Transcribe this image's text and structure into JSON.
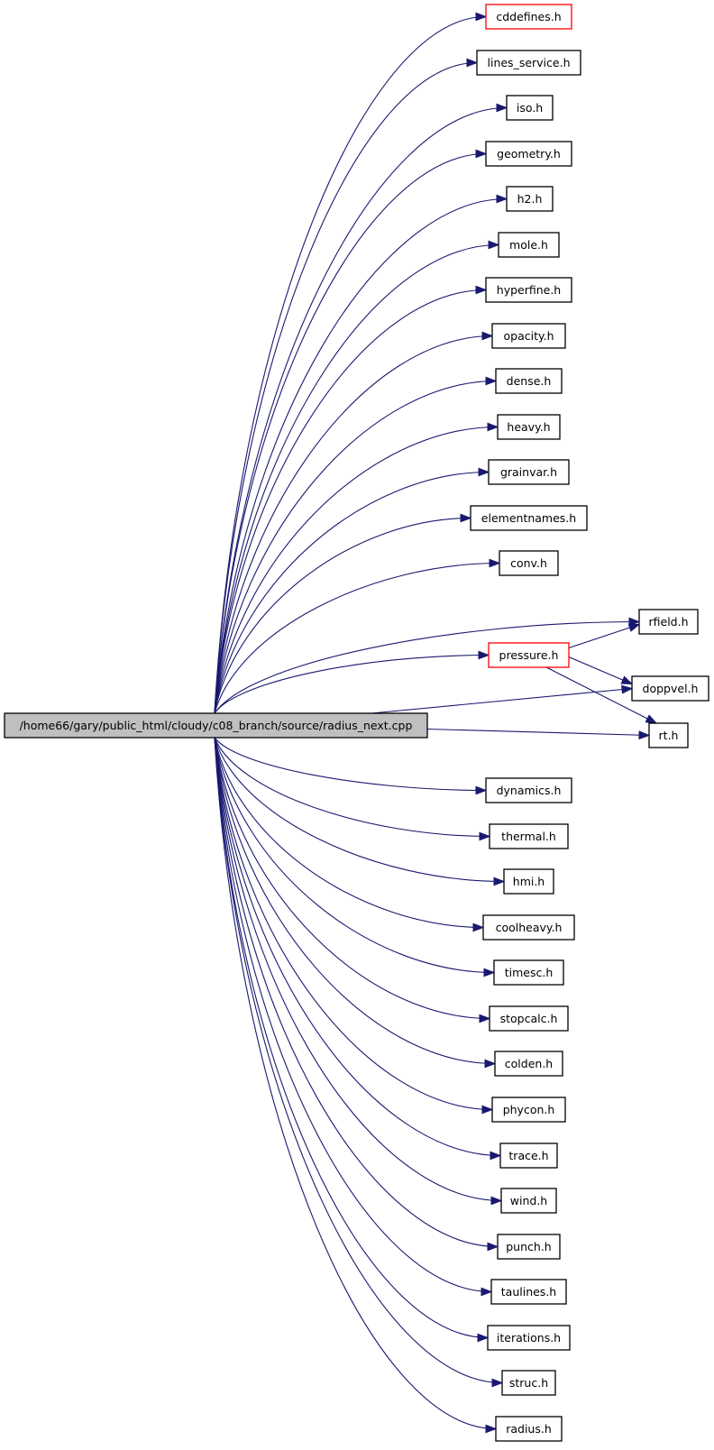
{
  "colors": {
    "edge": "#191970",
    "root_fill": "#bfbfbf",
    "highlight_border": "#ff0000",
    "node_border": "#000000"
  },
  "root": {
    "label": "/home66/gary/public_html/cloudy/c08_branch/source/radius_next.cpp"
  },
  "nodes": [
    {
      "id": "cddefines",
      "label": "cddefines.h",
      "highlight": true
    },
    {
      "id": "lines_service",
      "label": "lines_service.h"
    },
    {
      "id": "iso",
      "label": "iso.h"
    },
    {
      "id": "geometry",
      "label": "geometry.h"
    },
    {
      "id": "h2",
      "label": "h2.h"
    },
    {
      "id": "mole",
      "label": "mole.h"
    },
    {
      "id": "hyperfine",
      "label": "hyperfine.h"
    },
    {
      "id": "opacity",
      "label": "opacity.h"
    },
    {
      "id": "dense",
      "label": "dense.h"
    },
    {
      "id": "heavy",
      "label": "heavy.h"
    },
    {
      "id": "grainvar",
      "label": "grainvar.h"
    },
    {
      "id": "elementnames",
      "label": "elementnames.h"
    },
    {
      "id": "conv",
      "label": "conv.h"
    },
    {
      "id": "rfield",
      "label": "rfield.h"
    },
    {
      "id": "pressure",
      "label": "pressure.h",
      "highlight": true
    },
    {
      "id": "doppvel",
      "label": "doppvel.h"
    },
    {
      "id": "rt",
      "label": "rt.h"
    },
    {
      "id": "dynamics",
      "label": "dynamics.h"
    },
    {
      "id": "thermal",
      "label": "thermal.h"
    },
    {
      "id": "hmi",
      "label": "hmi.h"
    },
    {
      "id": "coolheavy",
      "label": "coolheavy.h"
    },
    {
      "id": "timesc",
      "label": "timesc.h"
    },
    {
      "id": "stopcalc",
      "label": "stopcalc.h"
    },
    {
      "id": "colden",
      "label": "colden.h"
    },
    {
      "id": "phycon",
      "label": "phycon.h"
    },
    {
      "id": "trace",
      "label": "trace.h"
    },
    {
      "id": "wind",
      "label": "wind.h"
    },
    {
      "id": "punch",
      "label": "punch.h"
    },
    {
      "id": "taulines",
      "label": "taulines.h"
    },
    {
      "id": "iterations",
      "label": "iterations.h"
    },
    {
      "id": "struc",
      "label": "struc.h"
    },
    {
      "id": "radius",
      "label": "radius.h"
    }
  ],
  "edges": [
    [
      "root",
      "cddefines"
    ],
    [
      "root",
      "lines_service"
    ],
    [
      "root",
      "iso"
    ],
    [
      "root",
      "geometry"
    ],
    [
      "root",
      "h2"
    ],
    [
      "root",
      "mole"
    ],
    [
      "root",
      "hyperfine"
    ],
    [
      "root",
      "opacity"
    ],
    [
      "root",
      "dense"
    ],
    [
      "root",
      "heavy"
    ],
    [
      "root",
      "grainvar"
    ],
    [
      "root",
      "elementnames"
    ],
    [
      "root",
      "conv"
    ],
    [
      "root",
      "rfield"
    ],
    [
      "root",
      "pressure"
    ],
    [
      "root",
      "doppvel"
    ],
    [
      "root",
      "rt"
    ],
    [
      "root",
      "dynamics"
    ],
    [
      "root",
      "thermal"
    ],
    [
      "root",
      "hmi"
    ],
    [
      "root",
      "coolheavy"
    ],
    [
      "root",
      "timesc"
    ],
    [
      "root",
      "stopcalc"
    ],
    [
      "root",
      "colden"
    ],
    [
      "root",
      "phycon"
    ],
    [
      "root",
      "trace"
    ],
    [
      "root",
      "wind"
    ],
    [
      "root",
      "punch"
    ],
    [
      "root",
      "taulines"
    ],
    [
      "root",
      "iterations"
    ],
    [
      "root",
      "struc"
    ],
    [
      "root",
      "radius"
    ],
    [
      "pressure",
      "rfield"
    ],
    [
      "pressure",
      "doppvel"
    ],
    [
      "pressure",
      "rt"
    ]
  ]
}
